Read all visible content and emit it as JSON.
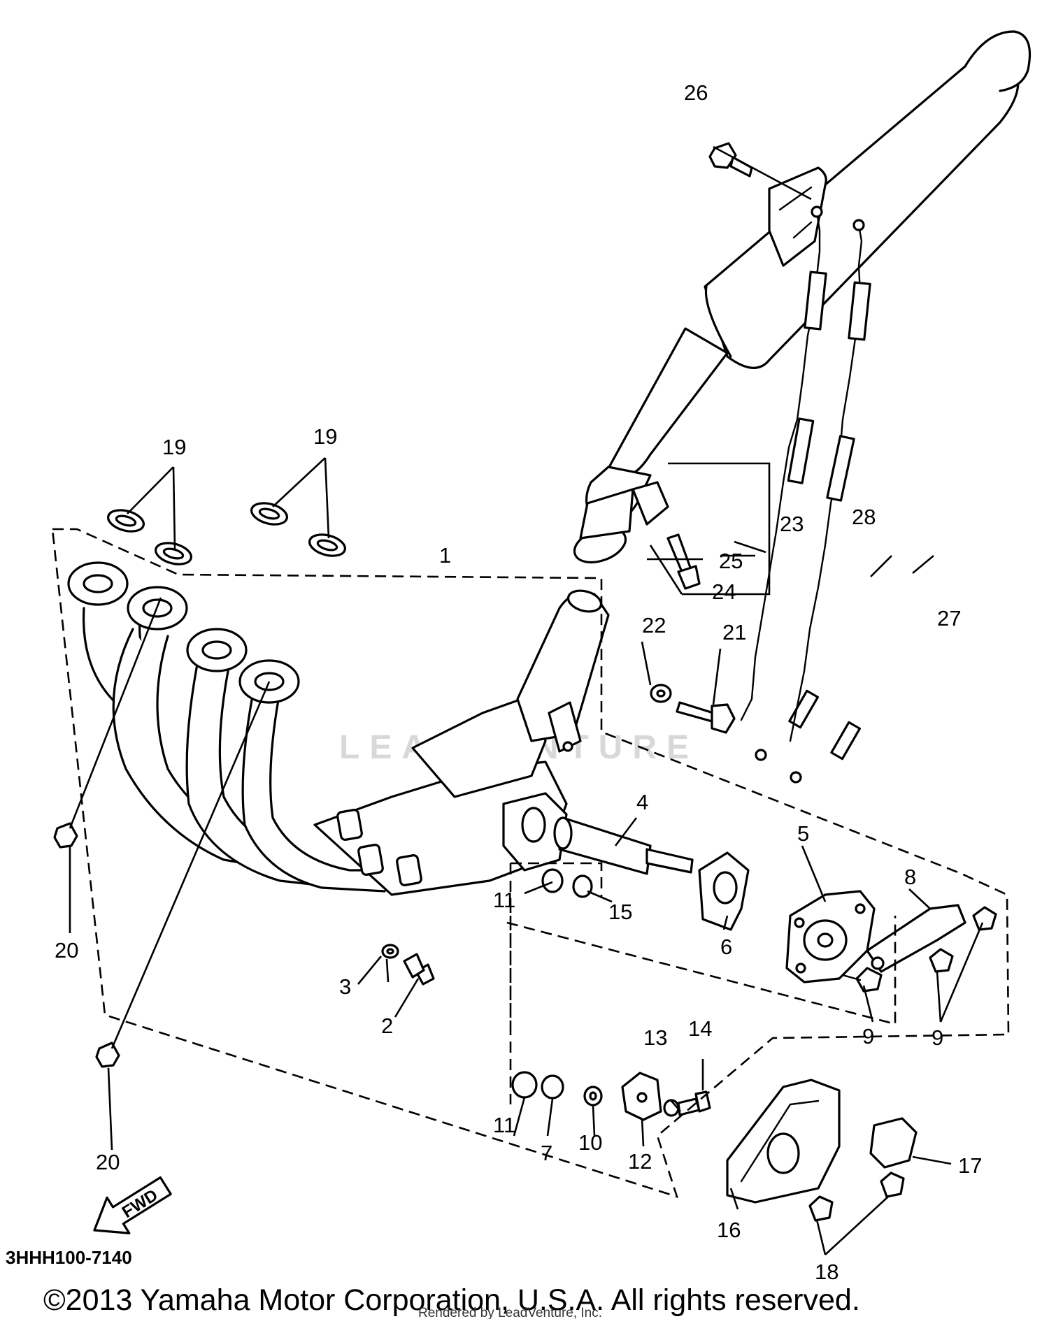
{
  "diagram": {
    "part_code": "3HHH100-7140",
    "direction_label": "FWD",
    "copyright": "©2013 Yamaha Motor Corporation, U.S.A. All rights reserved.",
    "rendered_by": "Rendered by LeadVenture, Inc.",
    "watermark": "LEADVENTURE",
    "callouts": [
      {
        "id": "c1",
        "text": "1"
      },
      {
        "id": "c2",
        "text": "2"
      },
      {
        "id": "c3",
        "text": "3"
      },
      {
        "id": "c4",
        "text": "4"
      },
      {
        "id": "c5",
        "text": "5"
      },
      {
        "id": "c6",
        "text": "6"
      },
      {
        "id": "c7",
        "text": "7"
      },
      {
        "id": "c8",
        "text": "8"
      },
      {
        "id": "c9a",
        "text": "9"
      },
      {
        "id": "c9b",
        "text": "9"
      },
      {
        "id": "c10",
        "text": "10"
      },
      {
        "id": "c11a",
        "text": "11"
      },
      {
        "id": "c11b",
        "text": "11"
      },
      {
        "id": "c12",
        "text": "12"
      },
      {
        "id": "c13",
        "text": "13"
      },
      {
        "id": "c14",
        "text": "14"
      },
      {
        "id": "c15",
        "text": "15"
      },
      {
        "id": "c16",
        "text": "16"
      },
      {
        "id": "c17",
        "text": "17"
      },
      {
        "id": "c18",
        "text": "18"
      },
      {
        "id": "c19a",
        "text": "19"
      },
      {
        "id": "c19b",
        "text": "19"
      },
      {
        "id": "c20a",
        "text": "20"
      },
      {
        "id": "c20b",
        "text": "20"
      },
      {
        "id": "c21",
        "text": "21"
      },
      {
        "id": "c22",
        "text": "22"
      },
      {
        "id": "c23",
        "text": "23"
      },
      {
        "id": "c24",
        "text": "24"
      },
      {
        "id": "c25",
        "text": "25"
      },
      {
        "id": "c26",
        "text": "26"
      },
      {
        "id": "c27",
        "text": "27"
      },
      {
        "id": "c28",
        "text": "28"
      }
    ]
  }
}
